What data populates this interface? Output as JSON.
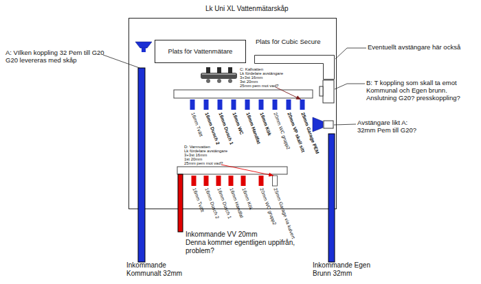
{
  "diagram": {
    "nodes": [
      {
        "text": [
          "Lk Uni XL Vattenmätarskåp"
        ]
      },
      {
        "text": [
          "Plats för Vattenmätare"
        ],
        "in": 0
      },
      {
        "text": [
          "Plats för Cubic Secure"
        ],
        "in": 0
      }
    ],
    "labels": [
      "A: VIlken koppling 32 Pem till G20 G20 levereras med skåp",
      "Eventuellt avstängare här också",
      "B: T koppling som skall ta emot Kommunal och Egen brunn. Anslutning G20? presskoppling?",
      "C: Kallvatten",
      "Lk fördelare avstängare",
      "3+3st 16mm",
      "3st 20mm",
      "25mm pem mot vad?",
      "Avstängare likt A: 32mm Pem till G20?",
      "16mm Tvätt",
      "16mm Dusch 2",
      "16mm Dusch 1",
      "16mm WC",
      "16mm Handfat",
      "16mm Kök",
      "20mm WC grupp2",
      "20mm VP skall sitt",
      "25mm Garage PEM",
      "D: Varmvatten",
      "Lk fördelare avstängare",
      "3+3st 16mm",
      "1st 20mm",
      "25mm pem mot vad?",
      "16mm Tvätt",
      "16mm Dusch 2",
      "16mm Dusch 1",
      "16mm Handfat",
      "16mm Kök",
      "20mm WC grupp2",
      "25mm Garage via kulvert",
      "Inkommande VV 20mm",
      "Denna kommer egentligen uppifrån, problem?",
      "Inkommande Kommunalt 32mm",
      "Inkommande Egen Brunn 32mm"
    ]
  }
}
